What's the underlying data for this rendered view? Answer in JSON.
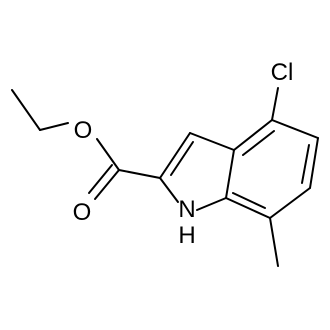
{
  "molecule": {
    "atoms": {
      "chlorine": "Cl",
      "ester_oxygen": "O",
      "carbonyl_oxygen": "O",
      "nitrogen": "N",
      "nitrogen_hydrogen": "H"
    },
    "line_color": "#000000",
    "background_color": "#ffffff"
  }
}
